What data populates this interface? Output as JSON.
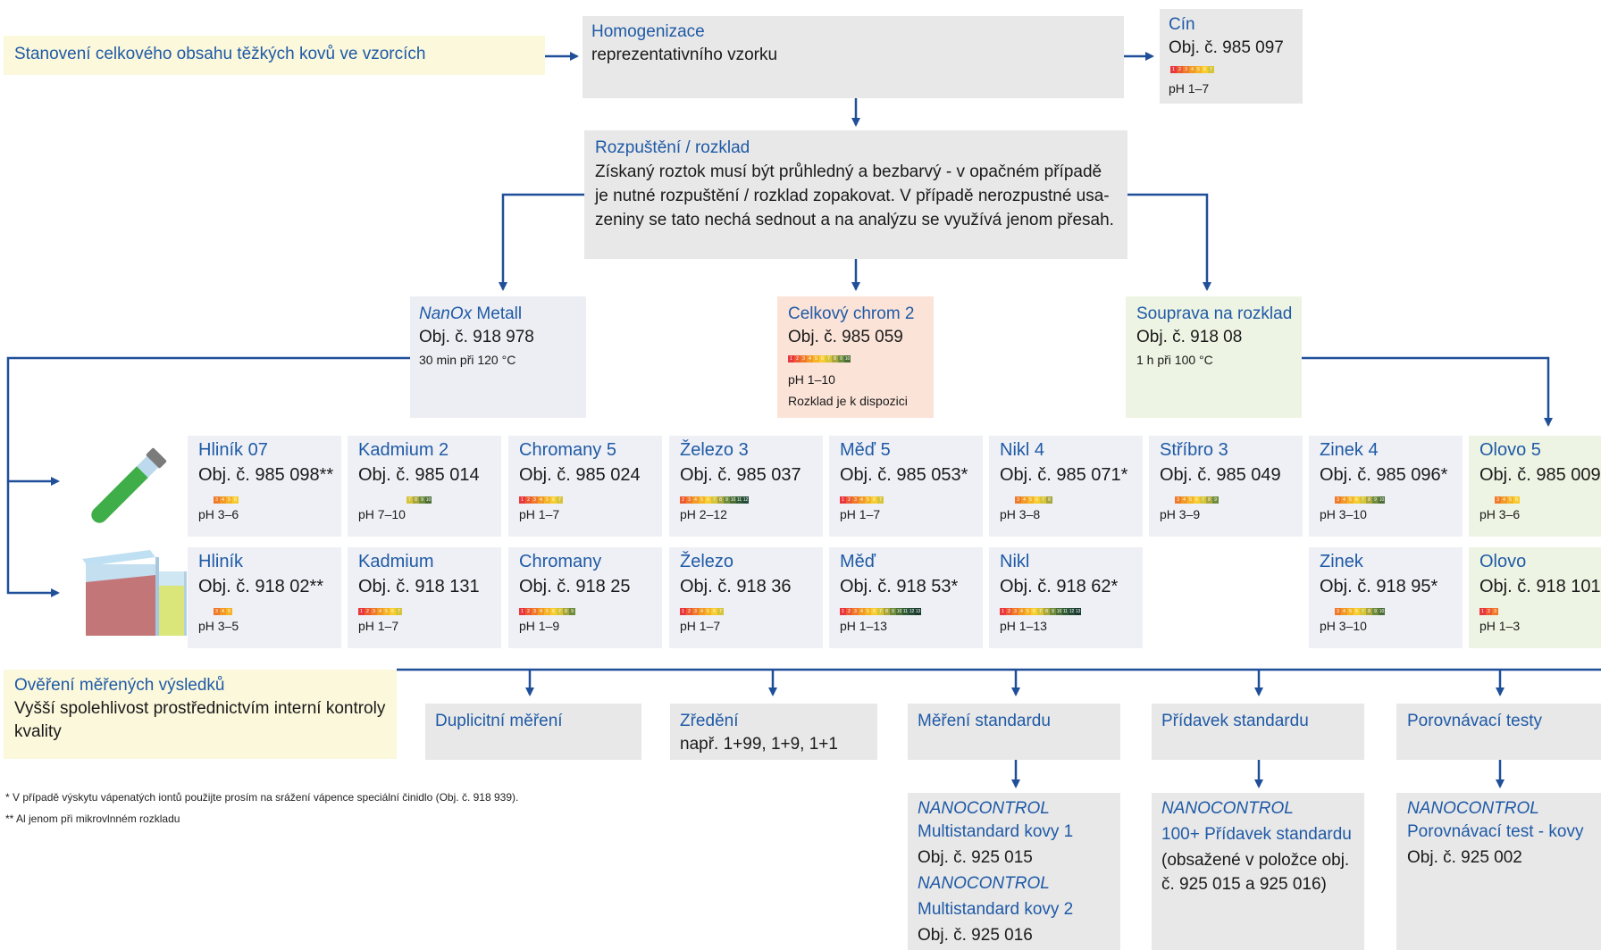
{
  "header": {
    "title": "Stanovení celkového obsahu těžkých kovů ve vzorcích"
  },
  "homogenization": {
    "title": "Homogenizace",
    "text": "reprezentativního vzorku"
  },
  "tin": {
    "name": "Cín",
    "obj": "Obj. č. 985 097",
    "scale": [
      "1",
      "2",
      "3",
      "4",
      "5",
      "6",
      "7"
    ],
    "ph": "pH 1–7"
  },
  "dissolution": {
    "title": "Rozpuštění / rozklad",
    "lines": [
      "Získaný roztok musí být průhledný a bezbarvý - v opačném případě",
      "je nutné rozpuštění / rozklad zopakovat. V případě nerozpustné usa-",
      "zeniny se tato nechá sednout a na analýzu se využívá jenom přesah."
    ]
  },
  "digestion": {
    "nanox": {
      "name_italic": "NanOx",
      "name_rest": " Metall",
      "obj": "Obj. č. 918 978",
      "note": "30 min při 120 °C"
    },
    "chrom": {
      "name": "Celkový chrom 2",
      "obj": "Obj. č. 985 059",
      "scale": [
        "1",
        "2",
        "3",
        "4",
        "5",
        "6",
        "7",
        "8",
        "9",
        "10"
      ],
      "ph": "pH 1–10",
      "note": "Rozklad je k dispozici"
    },
    "kit": {
      "name": "Souprava na rozklad",
      "obj": "Obj. č. 918 08",
      "note": "1 h při 100 °C"
    }
  },
  "tubes_row": [
    {
      "name": "Hliník 07",
      "obj": "Obj. č. 985 098**",
      "scale": [
        "3",
        "4",
        "5",
        "6"
      ],
      "ph": "pH 3–6"
    },
    {
      "name": "Kadmium 2",
      "obj": "Obj. č. 985 014",
      "scale": [
        "7",
        "8",
        "9",
        "10"
      ],
      "ph": "pH 7–10"
    },
    {
      "name": "Chromany 5",
      "obj": "Obj. č. 985 024",
      "scale": [
        "1",
        "2",
        "3",
        "4",
        "5",
        "6",
        "7"
      ],
      "ph": "pH 1–7"
    },
    {
      "name": "Železo 3",
      "obj": "Obj. č. 985 037",
      "scale": [
        "2",
        "3",
        "4",
        "5",
        "6",
        "7",
        "8",
        "9",
        "10",
        "11",
        "12"
      ],
      "ph": "pH 2–12"
    },
    {
      "name": "Měď 5",
      "obj": "Obj. č. 985 053*",
      "scale": [
        "1",
        "2",
        "3",
        "4",
        "5",
        "6",
        "7"
      ],
      "ph": "pH 1–7"
    },
    {
      "name": "Nikl 4",
      "obj": "Obj. č. 985 071*",
      "scale": [
        "3",
        "4",
        "5",
        "6",
        "7",
        "8"
      ],
      "ph": "pH 3–8"
    },
    {
      "name": "Stříbro 3",
      "obj": "Obj. č. 985 049",
      "scale": [
        "3",
        "4",
        "5",
        "6",
        "7",
        "8",
        "9"
      ],
      "ph": "pH 3–9"
    },
    {
      "name": "Zinek 4",
      "obj": "Obj. č. 985 096*",
      "scale": [
        "3",
        "4",
        "5",
        "6",
        "7",
        "8",
        "9",
        "10"
      ],
      "ph": "pH 3–10"
    },
    {
      "name": "Olovo 5",
      "obj": "Obj. č. 985 009",
      "scale": [
        "3",
        "4",
        "5",
        "6"
      ],
      "ph": "pH 3–6"
    }
  ],
  "tests_row": [
    {
      "name": "Hliník",
      "obj": "Obj. č. 918 02**",
      "scale": [
        "3",
        "4",
        "5"
      ],
      "ph": "pH 3–5"
    },
    {
      "name": "Kadmium",
      "obj": "Obj. č. 918 131",
      "scale": [
        "1",
        "2",
        "3",
        "4",
        "5",
        "6",
        "7"
      ],
      "ph": "pH 1–7"
    },
    {
      "name": "Chromany",
      "obj": "Obj. č. 918 25",
      "scale": [
        "1",
        "2",
        "3",
        "4",
        "5",
        "6",
        "7",
        "8",
        "9"
      ],
      "ph": "pH 1–9"
    },
    {
      "name": "Železo",
      "obj": "Obj. č. 918 36",
      "scale": [
        "1",
        "2",
        "3",
        "4",
        "5",
        "6",
        "7"
      ],
      "ph": "pH 1–7"
    },
    {
      "name": "Měď",
      "obj": "Obj. č. 918 53*",
      "scale": [
        "1",
        "2",
        "3",
        "4",
        "5",
        "6",
        "7",
        "8",
        "9",
        "10",
        "11",
        "12",
        "13"
      ],
      "ph": "pH 1–13"
    },
    {
      "name": "Nikl",
      "obj": "Obj. č. 918 62*",
      "scale": [
        "1",
        "2",
        "3",
        "4",
        "5",
        "6",
        "7",
        "8",
        "9",
        "10",
        "11",
        "12",
        "13"
      ],
      "ph": "pH 1–13"
    },
    {
      "name": "Zinek",
      "obj": "Obj. č. 918 95*",
      "scale": [
        "3",
        "4",
        "5",
        "6",
        "7",
        "8",
        "9",
        "10"
      ],
      "ph": "pH 3–10"
    },
    {
      "name": "Olovo",
      "obj": "Obj. č. 918 101",
      "scale": [
        "1",
        "2",
        "3"
      ],
      "ph": "pH 1–3"
    }
  ],
  "verification": {
    "title": "Ověření měřených výsledků",
    "line1": "Vyšší spolehlivost prostřednictvím interní kontroly",
    "line2": "kvality"
  },
  "methods": {
    "duplicate": {
      "title": "Duplicitní měření"
    },
    "dilution": {
      "title": "Zředění",
      "text": "např. 1+99, 1+9, 1+1"
    },
    "standard": {
      "title": "Měření standardu"
    },
    "addition": {
      "title": "Přídavek standardu"
    },
    "comparison": {
      "title": "Porovnávací testy"
    }
  },
  "products": {
    "standard": {
      "brand1": "NANOCONTROL",
      "line1": "Multistandard kovy 1",
      "obj1": "Obj. č. 925 015",
      "brand2": "NANOCONTROL",
      "line2": "Multistandard kovy 2",
      "obj2": "Obj. č. 925 016"
    },
    "addition": {
      "brand": "NANOCONTROL",
      "line": "100+ Přídavek standardu",
      "text1": "(obsažené v položce obj.",
      "text2": "č. 925 015 a 925 016)"
    },
    "comparison": {
      "brand": "NANOCONTROL",
      "line": "Porovnávací test - kovy",
      "obj": "Obj. č. 925 002"
    }
  },
  "footnotes": {
    "f1": "* V případě výskytu vápenatých iontů použijte prosím na srážení vápence speciální činidlo (Obj. č. 918 939).",
    "f2": "** Al jenom při mikrovlnném rozkladu"
  },
  "colors": {
    "arrow": "#1f4f99",
    "heading_text": "#1f5aa6",
    "ph": {
      "1": "#e8383d",
      "2": "#ee5a32",
      "3": "#f07a2a",
      "4": "#f29a25",
      "5": "#f5b325",
      "6": "#f7cc2e",
      "7": "#d6c43a",
      "8": "#a8a53b",
      "9": "#6e8c3c",
      "10": "#4b6e34",
      "11": "#2f5a35",
      "12": "#234a35",
      "13": "#1b3b30"
    }
  },
  "icons": {
    "row1": "test-tube-icon",
    "row2": "cuvette-icon"
  }
}
